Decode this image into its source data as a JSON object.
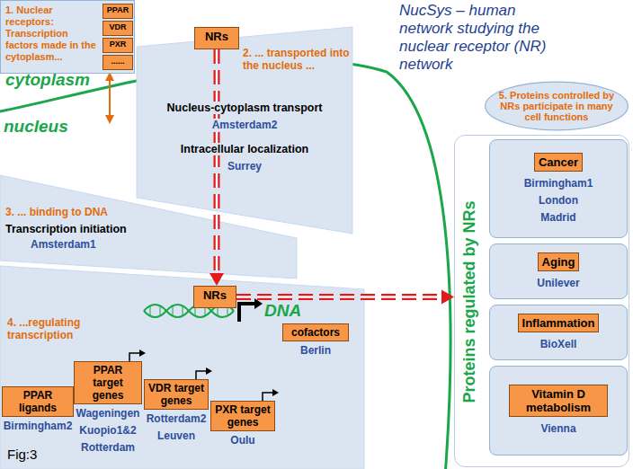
{
  "diagram": {
    "title": "NucSys – human network studying the nuclear receptor (NR) network",
    "nodes": [
      {
        "text": [
          "1. Nuclear receptors: Transcription factors made in the cytoplasm..."
        ]
      },
      {
        "text": [
          "PPAR"
        ],
        "in": 0
      },
      {
        "text": [
          "VDR"
        ],
        "in": 0
      },
      {
        "text": [
          "PXR"
        ],
        "in": 0
      },
      {
        "text": [
          "......"
        ],
        "in": 0
      },
      {
        "text": [
          "NRs"
        ]
      },
      {
        "text": [
          "2. ... transported into the nucleus ...",
          "Nucleus-cytoplasm transport",
          "Amsterdam2",
          "Intracellular localization",
          "Surrey"
        ]
      },
      {
        "text": [
          "3. ... binding to DNA",
          "Transcription initiation",
          "Amsterdam1"
        ]
      },
      {
        "text": [
          "NRs"
        ]
      },
      {
        "text": [
          "4. ...regulating transcription"
        ]
      },
      {
        "text": [
          "cofactors",
          "Berlin"
        ],
        "in": 9
      },
      {
        "text": [
          "PPAR ligands",
          "Birmingham2"
        ],
        "in": 9
      },
      {
        "text": [
          "PPAR target genes",
          "Wageningen",
          "Kuopio1&2",
          "Rotterdam"
        ],
        "in": 9
      },
      {
        "text": [
          "VDR target genes",
          "Rotterdam2",
          "Leuven"
        ],
        "in": 9
      },
      {
        "text": [
          "PXR target genes",
          "Oulu"
        ],
        "in": 9
      },
      {
        "text": [
          "5. Proteins controlled by NRs participate in many cell functions"
        ]
      },
      {
        "text": [
          "Proteins regulated by NRs"
        ]
      },
      {
        "text": [
          "Cancer",
          "Birmingham1",
          "London",
          "Madrid"
        ],
        "in": 16
      },
      {
        "text": [
          "Aging",
          "Unilever"
        ],
        "in": 16
      },
      {
        "text": [
          "Inflammation",
          "BioXell"
        ],
        "in": 16
      },
      {
        "text": [
          "Vitamin D metabolism",
          "Vienna"
        ],
        "in": 16
      }
    ],
    "edges": [
      {
        "from": 5,
        "to": 8,
        "arrow": "to"
      },
      {
        "from": 8,
        "to": 16,
        "arrow": "to"
      }
    ],
    "labels": [
      "cytoplasm",
      "nucleus",
      "DNA",
      "Fig:3"
    ]
  }
}
